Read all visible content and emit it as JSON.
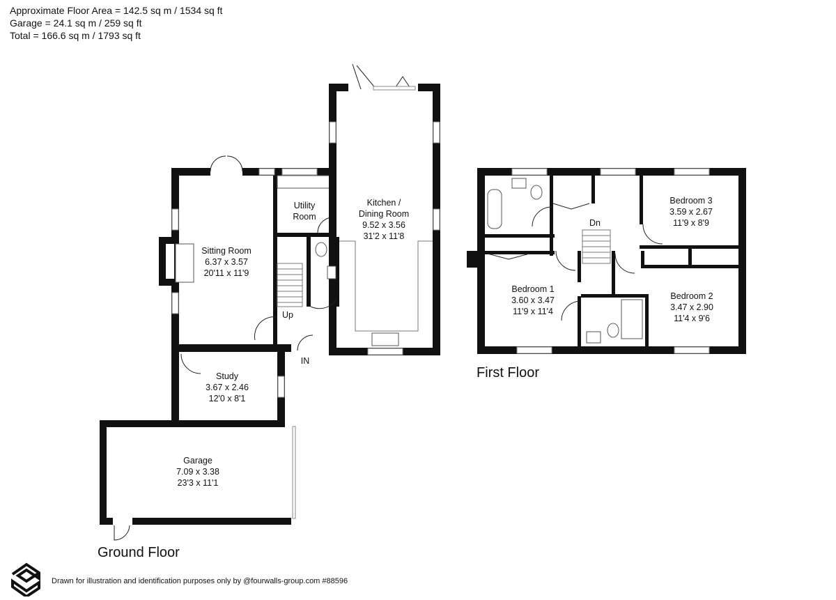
{
  "area_summary": {
    "line1": "Approximate Floor Area = 142.5 sq m / 1534 sq ft",
    "line2": "Garage = 24.1 sq m / 259 sq ft",
    "line3": "Total = 166.6 sq m / 1793 sq ft"
  },
  "ground_floor": {
    "title": "Ground Floor",
    "rooms": {
      "sitting": {
        "name": "Sitting Room",
        "metric": "6.37 x 3.57",
        "imperial": "20'11 x 11'9"
      },
      "utility": {
        "line1": "Utility",
        "line2": "Room"
      },
      "kitchen": {
        "line1": "Kitchen /",
        "line2": "Dining Room",
        "metric": "9.52 x 3.56",
        "imperial": "31'2 x 11'8"
      },
      "study": {
        "name": "Study",
        "metric": "3.67 x 2.46",
        "imperial": "12'0 x 8'1"
      },
      "garage": {
        "name": "Garage",
        "metric": "7.09 x 3.38",
        "imperial": "23'3 x 11'1"
      }
    },
    "labels": {
      "up": "Up",
      "entrance": "IN"
    }
  },
  "first_floor": {
    "title": "First Floor",
    "rooms": {
      "bedroom1": {
        "name": "Bedroom 1",
        "metric": "3.60 x 3.47",
        "imperial": "11'9 x 11'4"
      },
      "bedroom2": {
        "name": "Bedroom 2",
        "metric": "3.47 x 2.90",
        "imperial": "11'4 x 9'6"
      },
      "bedroom3": {
        "name": "Bedroom 3",
        "metric": "3.59 x 2.67",
        "imperial": "11'9 x 8'9"
      }
    },
    "labels": {
      "down": "Dn"
    }
  },
  "footer": {
    "disclaimer": "Drawn for illustration and identification purposes only by @fourwalls-group.com #88596"
  }
}
